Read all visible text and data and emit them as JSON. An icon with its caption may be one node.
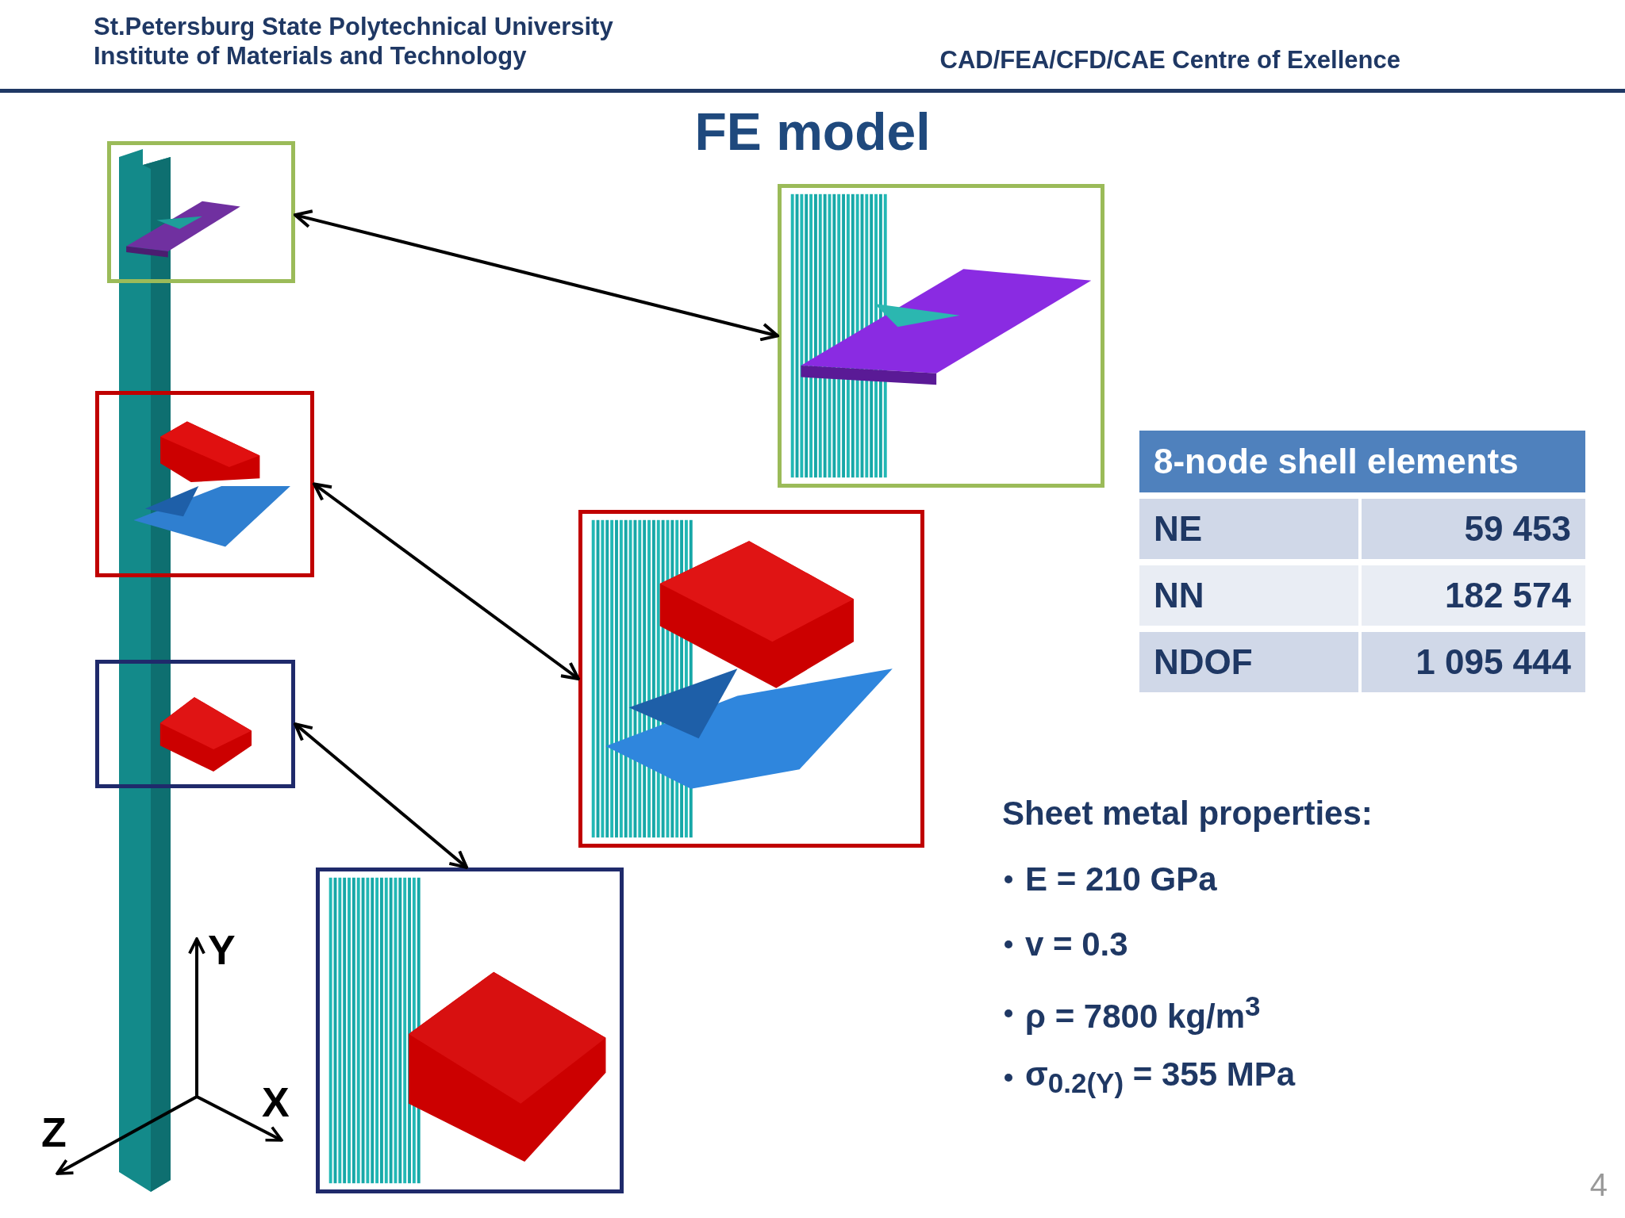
{
  "diagram": {
    "title": "FE model",
    "nodes": [
      {
        "text": [],
        "shape": "box"
      },
      {
        "text": [],
        "shape": "box"
      },
      {
        "text": [],
        "shape": "box"
      },
      {
        "text": [],
        "shape": "box"
      },
      {
        "text": [],
        "shape": "box"
      },
      {
        "text": [],
        "shape": "box"
      }
    ],
    "edges": [
      {
        "from": 0,
        "to": 3,
        "arrow": "both"
      },
      {
        "from": 1,
        "to": 4,
        "arrow": "both"
      },
      {
        "from": 2,
        "to": 5,
        "arrow": "both"
      }
    ],
    "labels": [
      "St.Petersburg State Polytechnical University",
      "Institute of Materials and Technology",
      "CAD/FEA/CFD/CAE Centre of Exellence",
      "8-node shell elements",
      "NE",
      "59 453",
      "NN",
      "182 574",
      "NDOF",
      "1 095 444",
      "Sheet metal properties:",
      "E = 210 GPa",
      "v = 0.3",
      "ρ = 7800 kg/m$^{3}$",
      "σ$_{0.2(Y)}$ = 355 MPa",
      "Y",
      "X",
      "Z",
      "4"
    ]
  }
}
